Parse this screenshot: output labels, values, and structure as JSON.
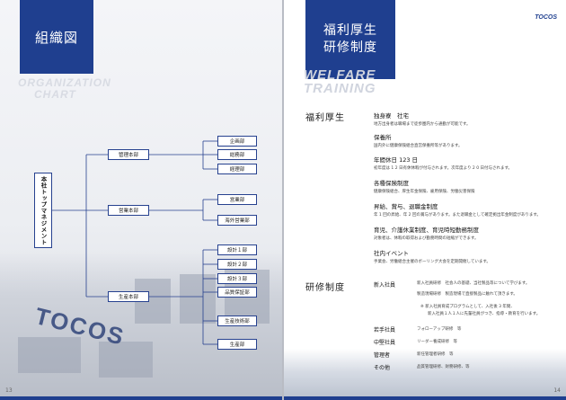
{
  "left_page": {
    "title": "組織図",
    "subtitle_en_1": "ORGANIZATION",
    "subtitle_en_2": "CHART",
    "page_number": "13",
    "sign_text": "TOCOS",
    "org": {
      "root": "本社トップマネジメント",
      "divisions": [
        {
          "name": "管理本部",
          "departments": [
            "企画部",
            "総務部",
            "経理部"
          ]
        },
        {
          "name": "営業本部",
          "departments": [
            "営業部",
            "海外営業部"
          ]
        },
        {
          "name": "生産本部",
          "departments": [
            "設計１部",
            "設計２部",
            "設計３部",
            "品質保証部",
            "生産技術部",
            "生産部"
          ]
        }
      ]
    }
  },
  "right_page": {
    "logo": "TOCOS",
    "title_line1": "福利厚生",
    "title_line2": "研修制度",
    "subtitle_en_1": "WELFARE",
    "subtitle_en_2": "TRAINING",
    "page_number": "14",
    "welfare_heading": "福利厚生",
    "welfare_items": [
      {
        "title": "独身寮　社宅",
        "desc": "地方出身者は職場まで徒歩圏内から通勤が可能です。"
      },
      {
        "title": "保養所",
        "desc": "国内外に健康保険組合直営保養所等があります。"
      },
      {
        "title": "年間休日 123 日",
        "desc": "初年度は 1 2 日有休休暇が付与されます。次年度より 2 0 日付与されます。"
      },
      {
        "title": "各種保険制度",
        "desc": "健康保険組合、厚生年金保険、雇用保険、労働災害保険"
      },
      {
        "title": "昇給、賞与、退職金制度",
        "desc": "年 1 回の昇給、年 2 回の賞与があります。また退職金として確定拠出年金制度があります。"
      },
      {
        "title": "育児、介護休業制度、育児時短勤務制度",
        "desc": "対象者は、休暇の取得および勤務時間の短縮ができます。"
      },
      {
        "title": "社内イベント",
        "desc": "手業会、労働組合主催のボーリング大会を定期開催しています。"
      }
    ],
    "training_heading": "研修制度",
    "training": {
      "new_label": "新入社員",
      "new_lines": [
        "新入社員研修　社会人の基礎、当社製品等について学びます。",
        "製造現場研修　製造現場で直接製品に触れて頂きます。"
      ],
      "notes": [
        "※ 新入社員育成プログラムとして、入社後 3 年間、",
        "新入社員１人１人に先輩社員がつき、指導・教育を行います。"
      ],
      "rows": [
        {
          "label": "若手社員",
          "desc": "フォローアップ研修　等"
        },
        {
          "label": "中堅社員",
          "desc": "リーダー養成研修　等"
        },
        {
          "label": "管理者",
          "desc": "新任管理者研修　等"
        },
        {
          "label": "その他",
          "desc": "品質管理研修、財務研修、等"
        }
      ]
    }
  }
}
